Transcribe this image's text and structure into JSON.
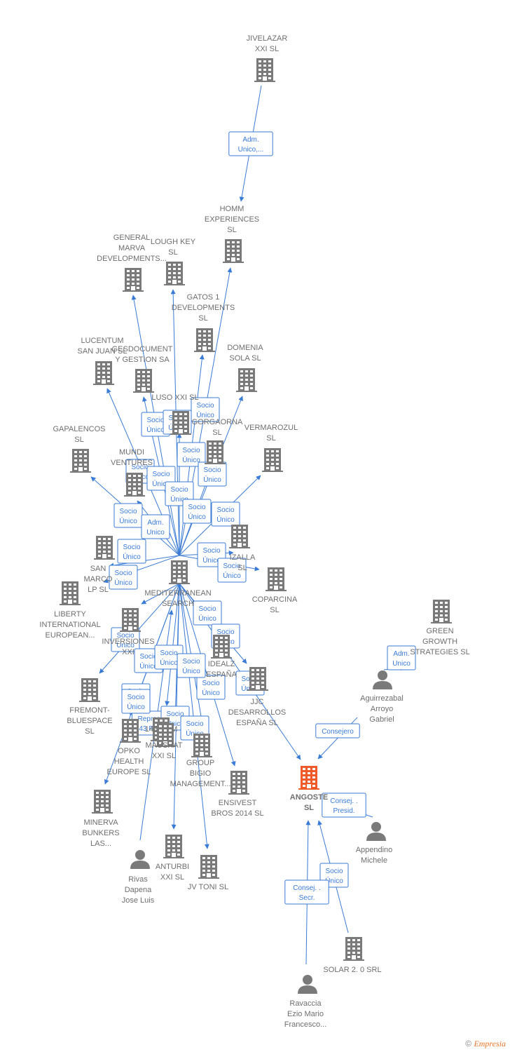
{
  "colors": {
    "edge": "#3a7bd5",
    "company": "#7a7a7a",
    "focus": "#f05a28",
    "person": "#7a7a7a",
    "label": "#6e6e6e"
  },
  "nodes": [
    {
      "id": "jivelazar",
      "kind": "company",
      "lines": [
        "JIVELAZAR",
        "XXI  SL"
      ]
    },
    {
      "id": "homm",
      "kind": "company",
      "lines": [
        "HOMM",
        "EXPERIENCES",
        "SL"
      ]
    },
    {
      "id": "general-marva",
      "kind": "company",
      "lines": [
        "GENERAL",
        "MARVA",
        "DEVELOPMENTS..."
      ]
    },
    {
      "id": "lough-key",
      "kind": "company",
      "lines": [
        "LOUGH KEY",
        "SL"
      ]
    },
    {
      "id": "gatos1",
      "kind": "company",
      "lines": [
        "GATOS 1",
        "DEVELOPMENTS",
        "SL"
      ]
    },
    {
      "id": "lucentum",
      "kind": "company",
      "lines": [
        "LUCENTUM",
        "SAN JUAN SL"
      ]
    },
    {
      "id": "gesdocument",
      "kind": "company",
      "lines": [
        "GESDOCUMENT",
        "Y GESTION SA"
      ]
    },
    {
      "id": "domenia",
      "kind": "company",
      "lines": [
        "DOMENIA",
        "SOLA SL"
      ]
    },
    {
      "id": "luso",
      "kind": "company",
      "lines": [
        "LUSO XXI  SL"
      ]
    },
    {
      "id": "gorgaorna",
      "kind": "company",
      "lines": [
        "GORGAORNA",
        "SL"
      ]
    },
    {
      "id": "gapalencos",
      "kind": "company",
      "lines": [
        "GAPALENCOS",
        "SL"
      ]
    },
    {
      "id": "vermarozul",
      "kind": "company",
      "lines": [
        "VERMAROZUL",
        "SL"
      ]
    },
    {
      "id": "mundi",
      "kind": "company",
      "lines": [
        "MUNDI",
        "VENTURES"
      ]
    },
    {
      "id": "izalla",
      "kind": "company",
      "lines": [
        "IZALLA",
        "SL"
      ]
    },
    {
      "id": "san-marco",
      "kind": "company",
      "lines": [
        "SAN",
        "MARCO",
        "LP  SL"
      ]
    },
    {
      "id": "mediterranean",
      "kind": "company",
      "lines": [
        "MEDITERRANEAN",
        "SEARCH"
      ]
    },
    {
      "id": "coparcina",
      "kind": "company",
      "lines": [
        "COPARCINA",
        "SL"
      ]
    },
    {
      "id": "liberty",
      "kind": "company",
      "lines": [
        "LIBERTY",
        "INTERNATIONAL",
        "EUROPEAN..."
      ]
    },
    {
      "id": "inversiones",
      "kind": "company",
      "lines": [
        "INVERSIONES",
        "XXI"
      ]
    },
    {
      "id": "green",
      "kind": "company",
      "lines": [
        "GREEN",
        "GROWTH",
        "STRATEGIES SL"
      ]
    },
    {
      "id": "fremont",
      "kind": "company",
      "lines": [
        "FREMONT-",
        "BLUESPACE",
        "SL"
      ]
    },
    {
      "id": "idealz",
      "kind": "company",
      "lines": [
        "IDEALZ",
        "ESPAÑA"
      ]
    },
    {
      "id": "jjc",
      "kind": "company",
      "lines": [
        "JJC",
        "DESARROLLOS",
        "ESPAÑA  SL"
      ]
    },
    {
      "id": "aguirrezabal",
      "kind": "person",
      "lines": [
        "Aguirrezabal",
        "Arroyo",
        "Gabriel"
      ]
    },
    {
      "id": "rrm",
      "kind": "company",
      "lines": [
        "143 RRM"
      ]
    },
    {
      "id": "opko",
      "kind": "company",
      "lines": [
        "OPKO",
        "HEALTH",
        "EUROPE  SL"
      ]
    },
    {
      "id": "maushat",
      "kind": "company",
      "lines": [
        "MAUSHAT",
        "XXI  SL"
      ]
    },
    {
      "id": "group-bigio",
      "kind": "company",
      "lines": [
        "GROUP",
        "BIGIO",
        "MANAGEMENT..."
      ]
    },
    {
      "id": "ensivest",
      "kind": "company",
      "lines": [
        "ENSIVEST",
        "BROS 2014  SL"
      ]
    },
    {
      "id": "angoste",
      "kind": "focus",
      "lines": [
        "ANGOSTE",
        "SL"
      ]
    },
    {
      "id": "minerva",
      "kind": "company",
      "lines": [
        "MINERVA",
        "BUNKERS",
        "LAS..."
      ]
    },
    {
      "id": "appendino",
      "kind": "person",
      "lines": [
        "Appendino",
        "Michele"
      ]
    },
    {
      "id": "rivas",
      "kind": "person",
      "lines": [
        "Rivas",
        "Dapena",
        "Jose Luis"
      ]
    },
    {
      "id": "anturbi",
      "kind": "company",
      "lines": [
        "ANTURBI",
        "XXI  SL"
      ]
    },
    {
      "id": "jv-toni",
      "kind": "company",
      "lines": [
        "JV TONI  SL"
      ]
    },
    {
      "id": "solar",
      "kind": "company",
      "lines": [
        "SOLAR 2. 0 SRL"
      ]
    },
    {
      "id": "ravaccia",
      "kind": "person",
      "lines": [
        "Ravaccia",
        "Ezio Mario",
        "Francesco..."
      ]
    }
  ],
  "edges": [
    {
      "from": "jivelazar",
      "to": "homm",
      "role": [
        "Adm.",
        "Unico,..."
      ]
    },
    {
      "from": "mediterranean",
      "to": "homm",
      "role": [
        "Socio",
        "Único"
      ]
    },
    {
      "from": "mediterranean",
      "to": "general-marva",
      "role": [
        "Socio",
        "Único"
      ]
    },
    {
      "from": "mediterranean",
      "to": "lough-key",
      "role": [
        "Socio",
        "Único"
      ]
    },
    {
      "from": "mediterranean",
      "to": "gatos1",
      "role": [
        "Socio",
        "Único"
      ]
    },
    {
      "from": "mediterranean",
      "to": "lucentum",
      "role": [
        "Socio",
        "Único"
      ]
    },
    {
      "from": "mediterranean",
      "to": "gesdocument",
      "role": [
        "Socio",
        "Único"
      ]
    },
    {
      "from": "mediterranean",
      "to": "domenia",
      "role": [
        "Socio",
        "Único"
      ]
    },
    {
      "from": "mediterranean",
      "to": "luso",
      "role": [
        "Socio",
        "Único"
      ]
    },
    {
      "from": "mediterranean",
      "to": "gorgaorna",
      "role": [
        "Socio",
        "Único"
      ]
    },
    {
      "from": "mediterranean",
      "to": "gapalencos",
      "role": [
        "Socio",
        "Único"
      ]
    },
    {
      "from": "mediterranean",
      "to": "vermarozul",
      "role": [
        "Socio",
        "Único"
      ]
    },
    {
      "from": "mediterranean",
      "to": "mundi",
      "role": [
        "Adm.",
        "Unico"
      ]
    },
    {
      "from": "mediterranean",
      "to": "izalla",
      "role": [
        "Socio",
        "Único"
      ]
    },
    {
      "from": "mediterranean",
      "to": "san-marco",
      "role": [
        "Socio",
        "Único"
      ]
    },
    {
      "from": "mediterranean",
      "to": "coparcina",
      "role": [
        "Socio",
        "Único"
      ]
    },
    {
      "from": "mediterranean",
      "to": "liberty",
      "role": [
        "Socio",
        "Único"
      ]
    },
    {
      "from": "mediterranean",
      "to": "inversiones",
      "role": [
        "Socio",
        "Único"
      ]
    },
    {
      "from": "mediterranean",
      "to": "fremont",
      "role": [
        "Socio",
        "Único"
      ]
    },
    {
      "from": "mediterranean",
      "to": "idealz",
      "role": [
        "Socio",
        "Único"
      ]
    },
    {
      "from": "mediterranean",
      "to": "jjc",
      "role": [
        "Socio",
        "Único"
      ]
    },
    {
      "from": "mediterranean",
      "to": "rrm",
      "role": [
        "Repres.",
        "143 RRM"
      ]
    },
    {
      "from": "mediterranean",
      "to": "opko",
      "role": [
        "Socio",
        "Único"
      ]
    },
    {
      "from": "mediterranean",
      "to": "maushat",
      "role": [
        "Socio",
        "Único"
      ]
    },
    {
      "from": "mediterranean",
      "to": "group-bigio",
      "role": [
        "Socio",
        "Único"
      ]
    },
    {
      "from": "mediterranean",
      "to": "ensivest",
      "role": [
        "Socio",
        "Único"
      ]
    },
    {
      "from": "mediterranean",
      "to": "minerva",
      "role": [
        "Socio",
        "Único"
      ]
    },
    {
      "from": "mediterranean",
      "to": "anturbi",
      "role": [
        "Socio",
        "Único"
      ]
    },
    {
      "from": "mediterranean",
      "to": "jv-toni",
      "role": [
        "Socio",
        "Único"
      ]
    },
    {
      "from": "mediterranean",
      "to": "angoste",
      "role": [
        "Socio",
        "Único"
      ]
    },
    {
      "from": "rivas",
      "to": "mediterranean",
      "role": [
        "Socio",
        "Único"
      ]
    },
    {
      "from": "aguirrezabal",
      "to": "green",
      "role": [
        "Adm.",
        "Unico"
      ]
    },
    {
      "from": "aguirrezabal",
      "to": "angoste",
      "role": [
        "Consejero"
      ]
    },
    {
      "from": "appendino",
      "to": "angoste",
      "role": [
        "Consej. .",
        "Presid."
      ]
    },
    {
      "from": "solar",
      "to": "angoste",
      "role": [
        "Socio",
        "Único"
      ]
    },
    {
      "from": "ravaccia",
      "to": "angoste",
      "role": [
        "Consej. .",
        "Secr."
      ]
    }
  ],
  "footer": {
    "copyright": "©",
    "brand": "Empresia"
  }
}
